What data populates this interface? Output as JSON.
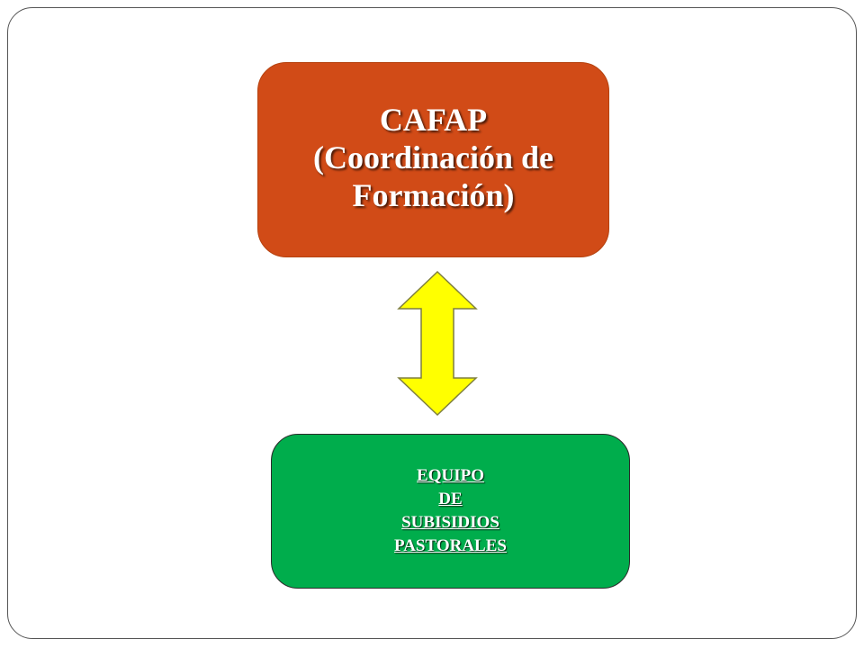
{
  "diagram": {
    "top_box": {
      "lines": [
        "CAFAP",
        "(Coordinación de",
        "Formación)"
      ],
      "color": "#d14b17"
    },
    "bottom_box": {
      "lines": [
        "EQUIPO",
        "DE",
        "SUBISIDIOS",
        "PASTORALES"
      ],
      "color": "#00ad4c"
    },
    "arrow": {
      "icon": "double-vertical-arrow-icon",
      "fill": "#ffff00",
      "stroke": "#7f7f3f"
    }
  }
}
